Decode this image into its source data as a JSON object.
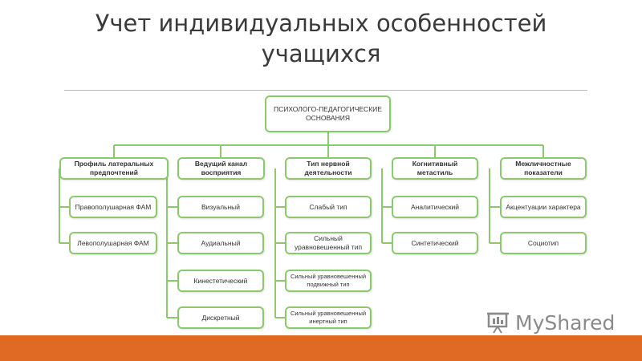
{
  "slide": {
    "title_line1": "Учет индивидуальных особенностей",
    "title_line2": "учащихся"
  },
  "diagram": {
    "root": "ПСИХОЛОГО-ПЕДАГОГИЧЕСКИЕ ОСНОВАНИЯ",
    "categories": [
      {
        "label": "Профиль латеральных предпочтений",
        "items": [
          "Правополушарная ФАМ",
          "Левополушарная ФАМ"
        ]
      },
      {
        "label": "Ведущий канал восприятия",
        "items": [
          "Визуальный",
          "Аудиальный",
          "Кинестетический",
          "Дискретный"
        ]
      },
      {
        "label": "Тип нервной деятельности",
        "items": [
          "Слабый тип",
          "Сильный уравновешенный тип",
          "Сильный уравновешенный подвижный тип",
          "Сильный уравновешенный инертный тип"
        ]
      },
      {
        "label": "Когнитивный метастиль",
        "items": [
          "Аналитический",
          "Синтетический"
        ]
      },
      {
        "label": "Межличностные показатели",
        "items": [
          "Акцентуации характера",
          "Социотип"
        ]
      }
    ],
    "line_color": "#8cc96c"
  },
  "branding": {
    "logo_text": "MyShared",
    "footer_color": "#e06a24"
  }
}
